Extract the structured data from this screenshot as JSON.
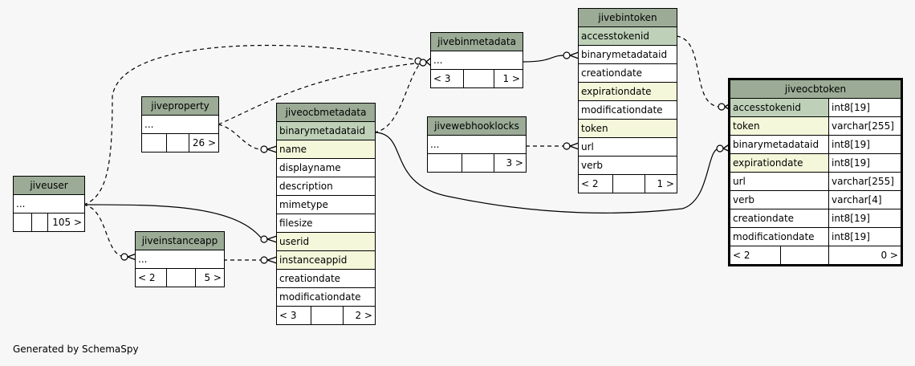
{
  "tables": {
    "jiveuser": {
      "name": "jiveuser",
      "rows": [
        "..."
      ],
      "footer": [
        "",
        "",
        "105 >"
      ]
    },
    "jiveproperty": {
      "name": "jiveproperty",
      "rows": [
        "..."
      ],
      "footer": [
        "",
        "",
        "26 >"
      ]
    },
    "jiveinstanceapp": {
      "name": "jiveinstanceapp",
      "rows": [
        "..."
      ],
      "footer": [
        "< 2",
        "",
        "5 >"
      ]
    },
    "jiveocbmetadata": {
      "name": "jiveocbmetadata",
      "rows": [
        "binarymetadataid",
        "name",
        "displayname",
        "description",
        "mimetype",
        "filesize",
        "userid",
        "instanceappid",
        "creationdate",
        "modificationdate"
      ],
      "footer": [
        "< 3",
        "",
        "2 >"
      ]
    },
    "jivebinmetadata": {
      "name": "jivebinmetadata",
      "rows": [
        "..."
      ],
      "footer": [
        "< 3",
        "",
        "1 >"
      ]
    },
    "jivewebhooklocks": {
      "name": "jivewebhooklocks",
      "rows": [
        "..."
      ],
      "footer": [
        "",
        "",
        "3 >"
      ]
    },
    "jivebintoken": {
      "name": "jivebintoken",
      "rows": [
        "accesstokenid",
        "binarymetadataid",
        "creationdate",
        "expirationdate",
        "modificationdate",
        "token",
        "url",
        "verb"
      ],
      "footer": [
        "< 2",
        "",
        "1 >"
      ]
    },
    "jiveocbtoken": {
      "name": "jiveocbtoken",
      "rows": [
        [
          "accesstokenid",
          "int8[19]"
        ],
        [
          "token",
          "varchar[255]"
        ],
        [
          "binarymetadataid",
          "int8[19]"
        ],
        [
          "expirationdate",
          "int8[19]"
        ],
        [
          "url",
          "varchar[255]"
        ],
        [
          "verb",
          "varchar[4]"
        ],
        [
          "creationdate",
          "int8[19]"
        ],
        [
          "modificationdate",
          "int8[19]"
        ]
      ],
      "footer": [
        "< 2",
        "",
        "0 >"
      ]
    }
  },
  "footer_text": "Generated by SchemaSpy"
}
